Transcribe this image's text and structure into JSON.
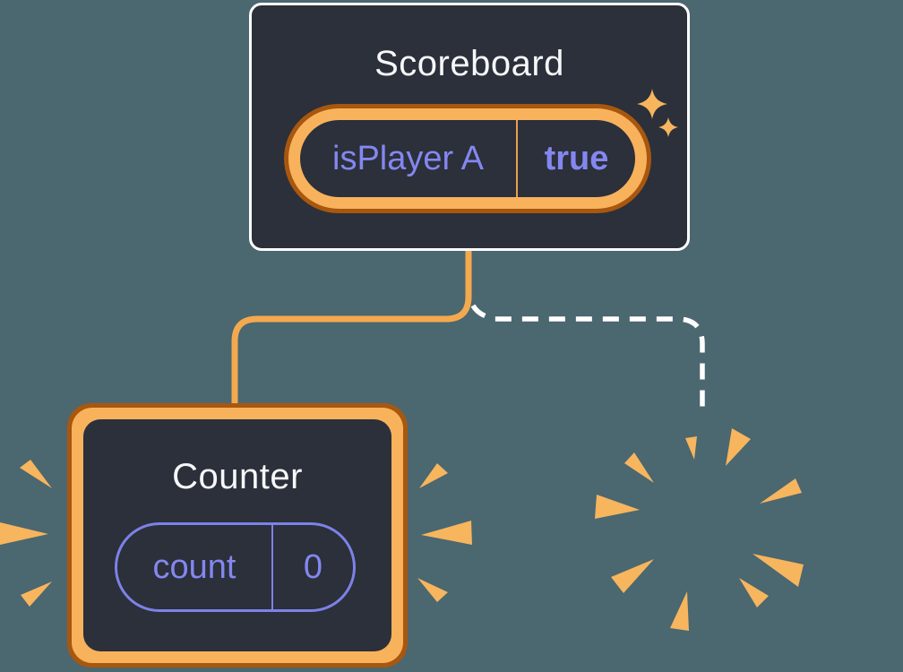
{
  "colors": {
    "bg": "#4B6770",
    "panel": "#2B303A",
    "panel-border": "#FFFFFF",
    "title": "#F6F7F9",
    "lavender": "#8487F0",
    "pill-border-lavender": "#7E81E8",
    "ring-dark": "#A8570F",
    "ring-light": "#F9B25C",
    "divider-orange": "#E8A14E",
    "connector": "#F3A94F",
    "dashed": "#FFFFFF",
    "spark": "#F7B55E"
  },
  "scoreboard": {
    "title": "Scoreboard",
    "state_key": "isPlayer A",
    "state_value": "true"
  },
  "counter": {
    "title": "Counter",
    "state_key": "count",
    "state_value": "0"
  }
}
